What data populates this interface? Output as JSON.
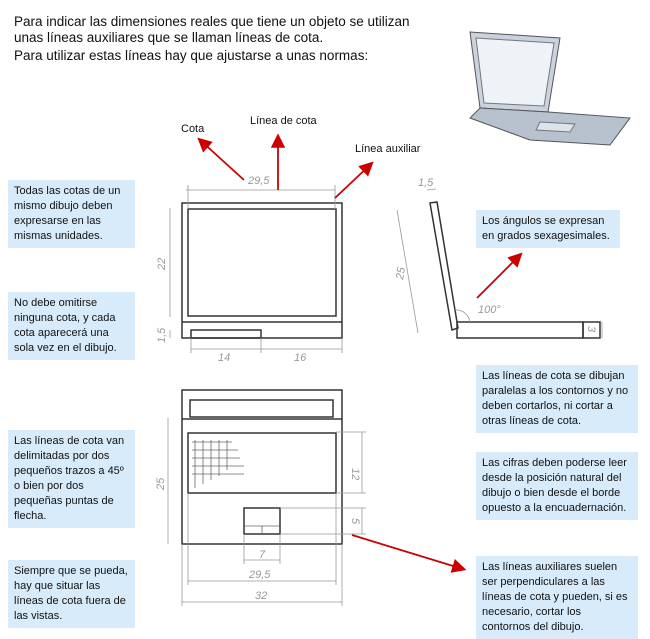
{
  "intro": {
    "line1": "Para indicar las dimensiones reales que tiene un objeto se utilizan",
    "line2": "unas líneas auxiliares que se llaman líneas de cota.",
    "line3": "Para utilizar estas líneas hay que ajustarse a unas normas:"
  },
  "labels": {
    "cota": "Cota",
    "linea_cota": "Línea de cota",
    "linea_auxiliar": "Línea auxiliar"
  },
  "dims": {
    "top_width": "29,5",
    "screen_height": "22",
    "base_thickness": "1,5",
    "bottom_left": "14",
    "bottom_right": "16",
    "lid_thickness": "1,5",
    "lid_length": "25",
    "angle": "100°",
    "base_height": "3",
    "depth": "25",
    "keyboard": "12",
    "touchpad_h": "5",
    "touchpad_w": "7",
    "inner_width": "29,5",
    "outer_width": "32"
  },
  "notes": [
    "Todas las cotas de un mismo dibujo deben expresarse en las mismas unidades.",
    "No debe omitirse ninguna cota, y cada cota aparecerá una sola vez en el dibujo.",
    "Las líneas de cota van delimitadas por dos pequeños trazos a 45º o bien por dos pequeñas puntas de flecha.",
    "Siempre que se pueda, hay que situar las líneas de cota fuera de las vistas.",
    "Los ángulos se expresan en grados sexagesimales.",
    "Las líneas de cota se dibujan paralelas a los contornos y no deben cortarlos, ni cortar a otras líneas de cota.",
    "Las cifras deben poderse leer desde la posición natural del dibujo o bien desde el borde opuesto a la encuadernación.",
    "Las líneas auxiliares suelen ser perpendiculares a las líneas de cota y pueden, si es necesario, cortar los contornos del dibujo."
  ],
  "colors": {
    "note_bg": "#d7ebfb",
    "arrow": "#cc0000"
  }
}
